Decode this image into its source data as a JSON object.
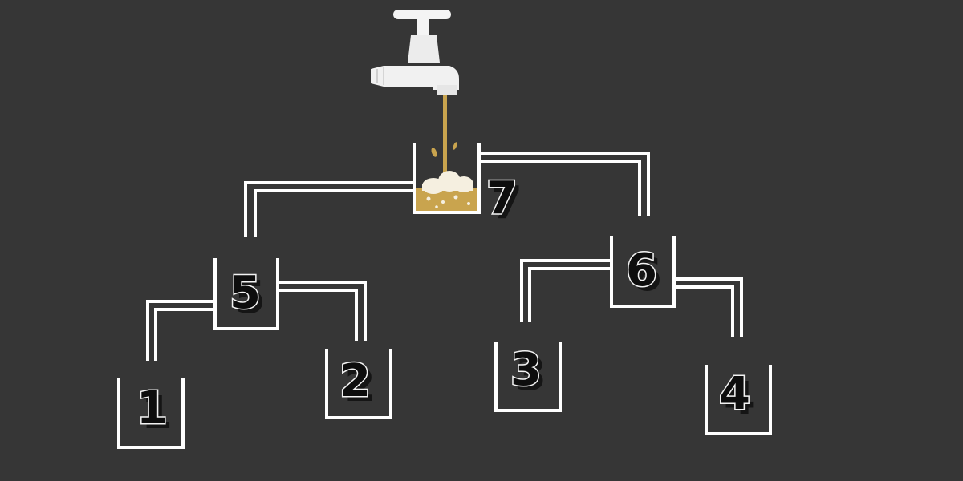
{
  "puzzle": {
    "glasses": [
      {
        "id": "glass-1",
        "label": "1"
      },
      {
        "id": "glass-2",
        "label": "2"
      },
      {
        "id": "glass-3",
        "label": "3"
      },
      {
        "id": "glass-4",
        "label": "4"
      },
      {
        "id": "glass-5",
        "label": "5"
      },
      {
        "id": "glass-6",
        "label": "6"
      },
      {
        "id": "glass-7",
        "label": "7"
      }
    ],
    "colors": {
      "background": "#363636",
      "outline": "#ffffff",
      "liquid": "#c9a44e",
      "foam": "#f5efe0",
      "digit": "#0d0d0d"
    },
    "icons": [
      "faucet-icon"
    ]
  }
}
